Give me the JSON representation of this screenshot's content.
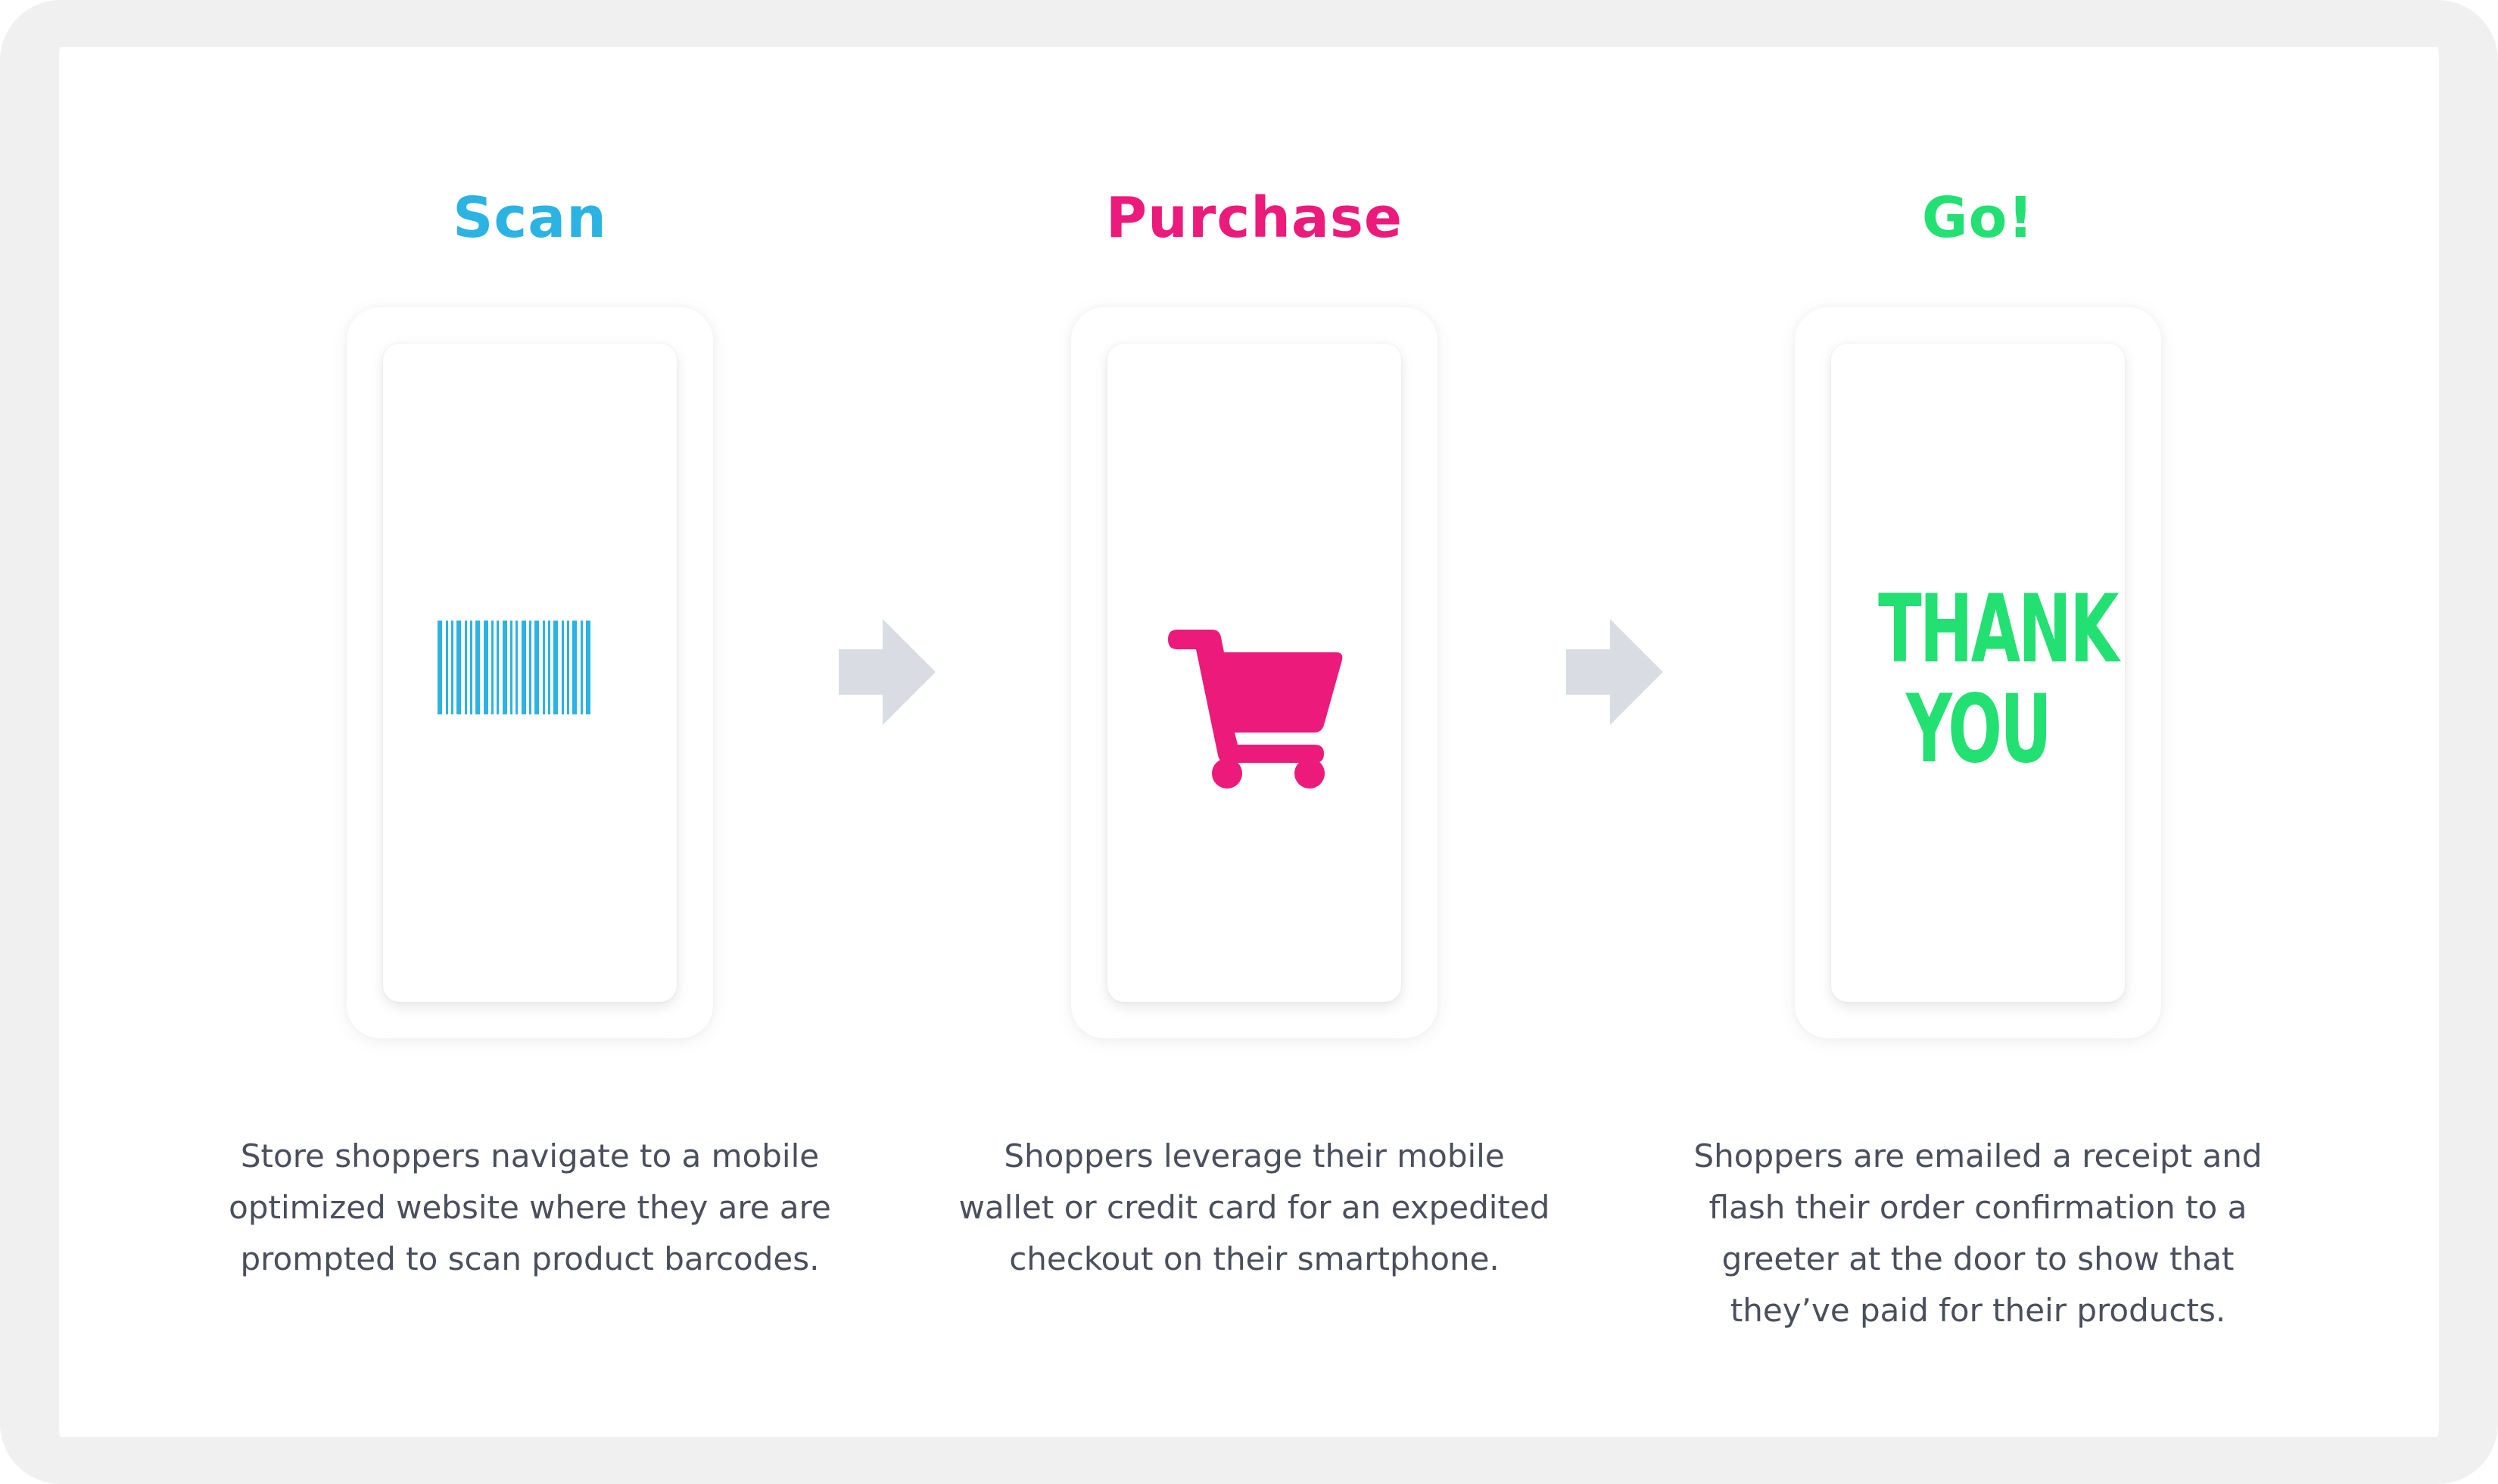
{
  "steps": [
    {
      "title": "Scan",
      "color": "#2bb3e3",
      "icon": "barcode-icon",
      "description": "Store shoppers navigate to a mobile optimized website where they are are prompted to scan product barcodes."
    },
    {
      "title": "Purchase",
      "color": "#ec1a7a",
      "icon": "shopping-cart-icon",
      "description": "Shoppers leverage their mobile wallet or credit card for an expedited checkout on their smartphone."
    },
    {
      "title": "Go!",
      "color": "#22e072",
      "screen_text_line1": "THANK",
      "screen_text_line2": "YOU",
      "description": "Shoppers are emailed a receipt and flash their order confirmation to a greeter at the door to show that they’ve paid for their products."
    }
  ],
  "connector": {
    "icon": "arrow-right-icon",
    "color": "#d9dde3"
  }
}
